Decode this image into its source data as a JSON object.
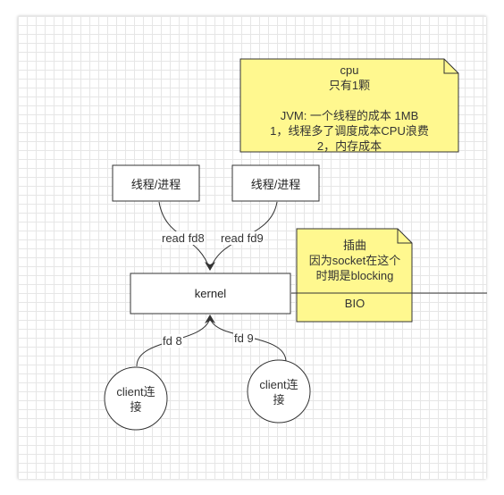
{
  "notes": {
    "cpu": {
      "title": "cpu",
      "line1": "只有1颗",
      "line2": "JVM: 一个线程的成本  1MB",
      "line3": "1，线程多了调度成本CPU浪费",
      "line4": "2，内存成本",
      "fill": "#fff88f"
    },
    "blocking": {
      "line1": "插曲",
      "line2": "因为socket在这个",
      "line3": "时期是blocking",
      "line4": "BIO",
      "fill": "#fff88f"
    }
  },
  "boxes": {
    "thread_left": "线程/进程",
    "thread_right": "线程/进程",
    "kernel": "kernel"
  },
  "clients": {
    "left_line1": "client连",
    "left_line2": "接",
    "right_line1": "client连",
    "right_line2": "接"
  },
  "edges": {
    "read_fd8": "read fd8",
    "read_fd9": "read fd9",
    "fd8": "fd 8",
    "fd9": "fd 9"
  }
}
